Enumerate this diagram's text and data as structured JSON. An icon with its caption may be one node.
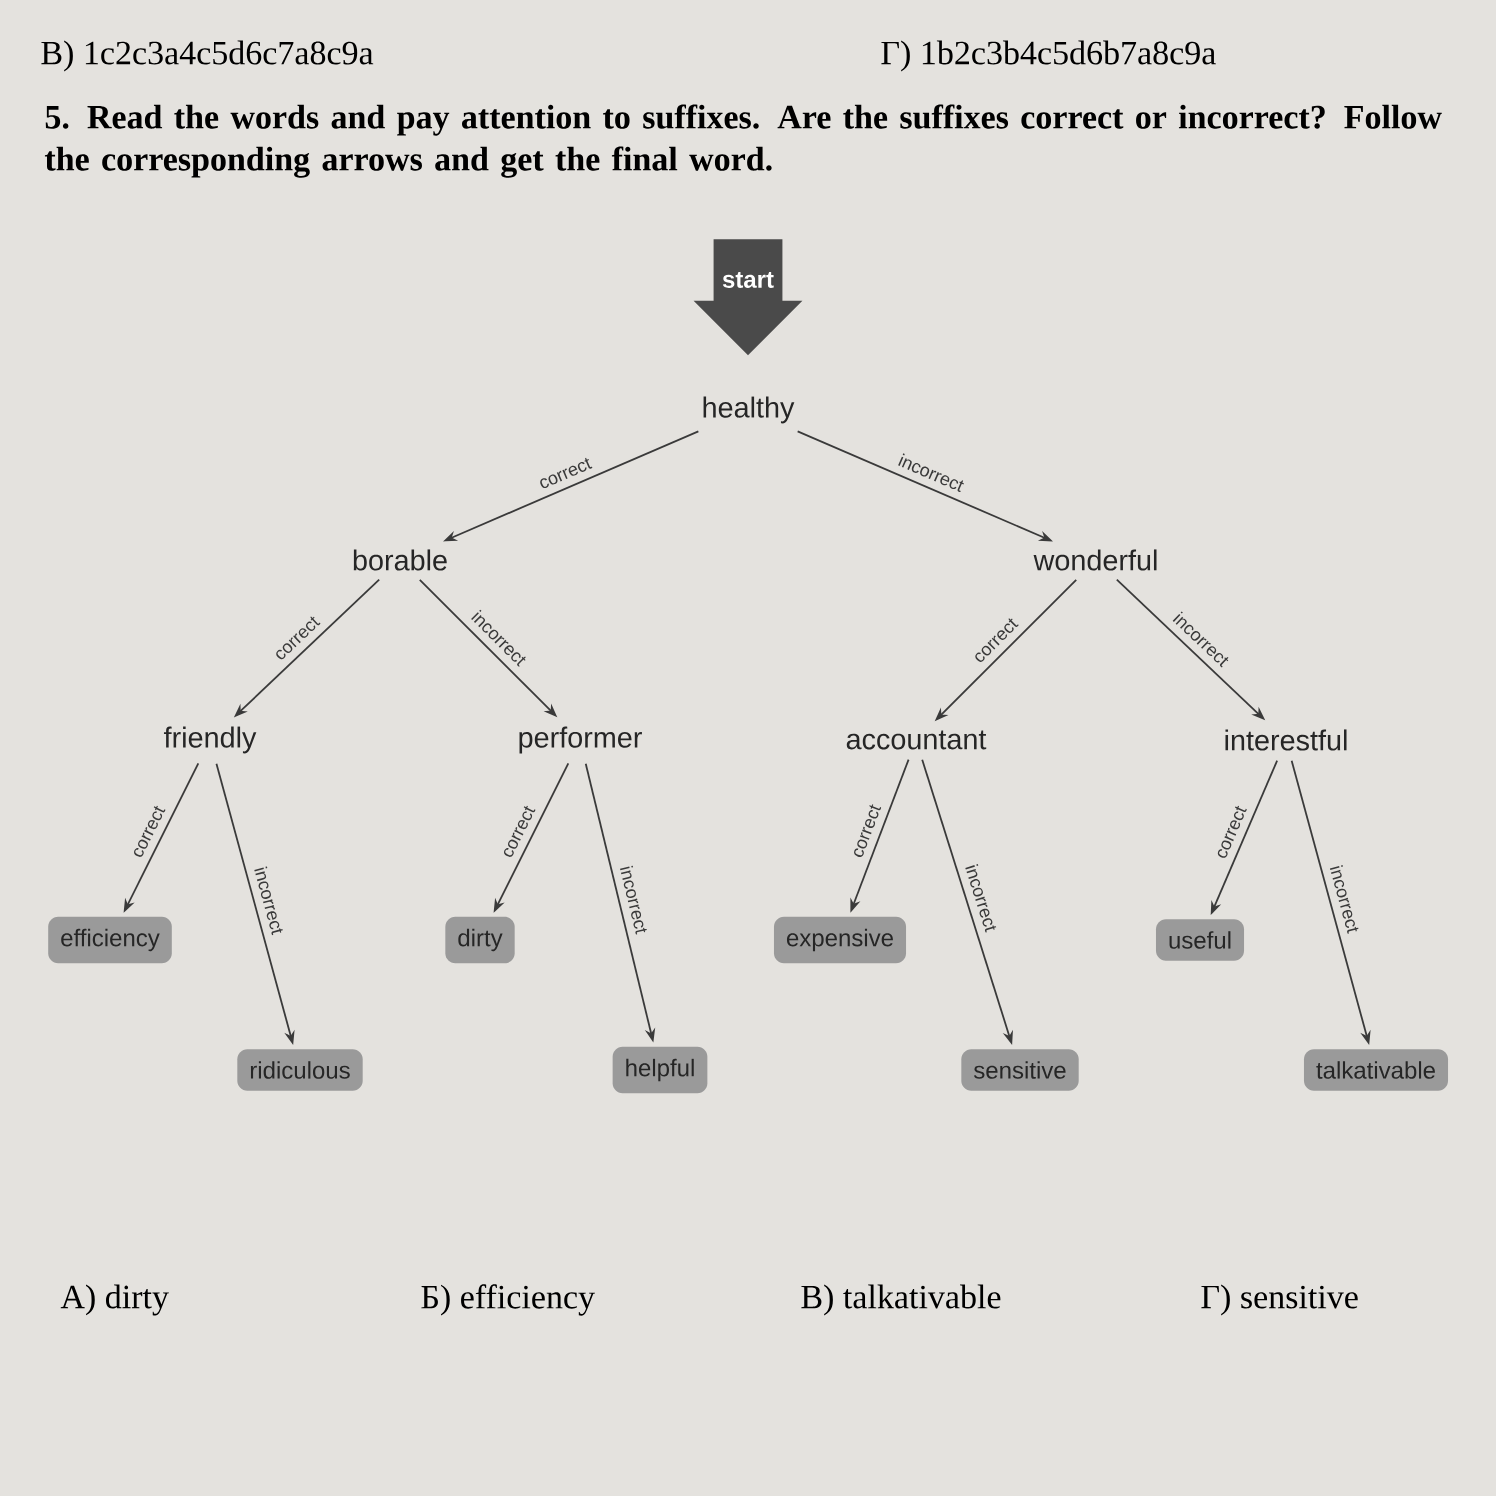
{
  "diagram": {
    "title": "5. Read the words and pay attention to suffixes. Are the suffixes correct or incorrect? Follow the corresponding arrows and get the final word.",
    "nodes": [
      {
        "text": [
          "start"
        ]
      },
      {
        "text": [
          "healthy"
        ]
      },
      {
        "text": [
          "borable"
        ]
      },
      {
        "text": [
          "wonderful"
        ]
      },
      {
        "text": [
          "friendly"
        ]
      },
      {
        "text": [
          "performer"
        ]
      },
      {
        "text": [
          "accountant"
        ]
      },
      {
        "text": [
          "interestful"
        ]
      },
      {
        "text": [
          "efficiency"
        ]
      },
      {
        "text": [
          "ridiculous"
        ]
      },
      {
        "text": [
          "dirty"
        ]
      },
      {
        "text": [
          "helpful"
        ]
      },
      {
        "text": [
          "expensive"
        ]
      },
      {
        "text": [
          "sensitive"
        ]
      },
      {
        "text": [
          "useful"
        ]
      },
      {
        "text": [
          "talkativable"
        ]
      }
    ],
    "edges": [
      {
        "from": 1,
        "to": 2,
        "arrow": "to",
        "label": "correct"
      },
      {
        "from": 1,
        "to": 3,
        "arrow": "to",
        "label": "incorrect"
      },
      {
        "from": 2,
        "to": 4,
        "arrow": "to",
        "label": "correct"
      },
      {
        "from": 2,
        "to": 5,
        "arrow": "to",
        "label": "incorrect"
      },
      {
        "from": 3,
        "to": 6,
        "arrow": "to",
        "label": "correct"
      },
      {
        "from": 3,
        "to": 7,
        "arrow": "to",
        "label": "incorrect"
      },
      {
        "from": 4,
        "to": 8,
        "arrow": "to",
        "label": "correct"
      },
      {
        "from": 4,
        "to": 9,
        "arrow": "to",
        "label": "incorrect"
      },
      {
        "from": 5,
        "to": 10,
        "arrow": "to",
        "label": "correct"
      },
      {
        "from": 5,
        "to": 11,
        "arrow": "to",
        "label": "incorrect"
      },
      {
        "from": 6,
        "to": 12,
        "arrow": "to",
        "label": "correct"
      },
      {
        "from": 6,
        "to": 13,
        "arrow": "to",
        "label": "incorrect"
      },
      {
        "from": 7,
        "to": 14,
        "arrow": "to",
        "label": "correct"
      },
      {
        "from": 7,
        "to": 15,
        "arrow": "to",
        "label": "incorrect"
      }
    ],
    "labels": [
      "В) 1c2c3a4c5d6c7a8c9a",
      "Г) 1b2c3b4c5d6b7a8c9a",
      "А) dirty",
      "Б) efficiency",
      "В) talkativable",
      "Г) sensitive"
    ]
  }
}
